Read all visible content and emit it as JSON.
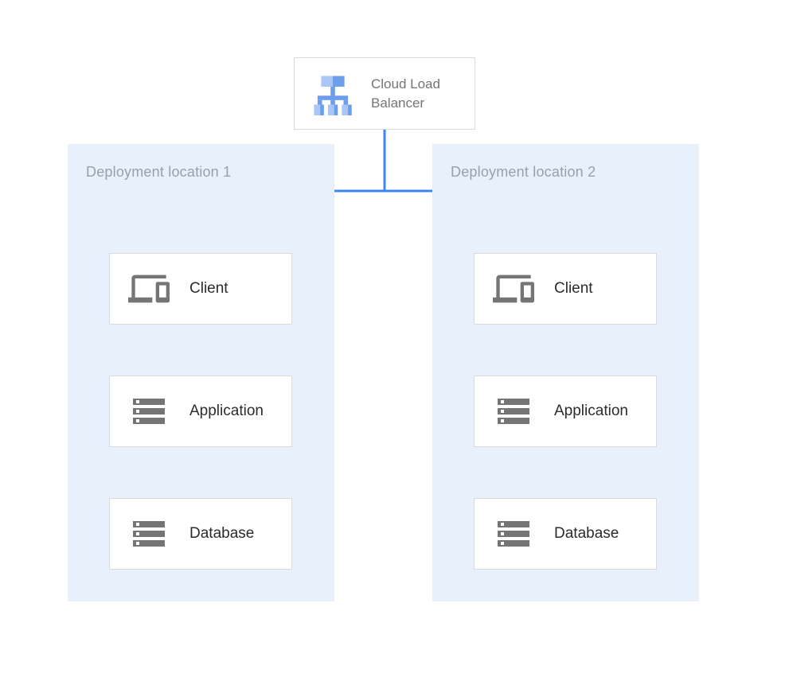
{
  "load_balancer": {
    "label": "Cloud Load Balancer",
    "icon": "load-balancer-icon"
  },
  "regions": [
    {
      "label": "Deployment location 1",
      "nodes": [
        {
          "label": "Client",
          "icon": "client-devices-icon"
        },
        {
          "label": "Application",
          "icon": "server-stack-icon"
        },
        {
          "label": "Database",
          "icon": "server-stack-icon"
        }
      ]
    },
    {
      "label": "Deployment location 2",
      "nodes": [
        {
          "label": "Client",
          "icon": "client-devices-icon"
        },
        {
          "label": "Application",
          "icon": "server-stack-icon"
        },
        {
          "label": "Database",
          "icon": "server-stack-icon"
        }
      ]
    }
  ],
  "connections": [
    {
      "from": "cloud-load-balancer",
      "to": "region-1-client"
    },
    {
      "from": "cloud-load-balancer",
      "to": "region-2-client"
    },
    {
      "from": "region-1-client",
      "to": "region-1-application"
    },
    {
      "from": "region-1-application",
      "to": "region-1-database"
    },
    {
      "from": "region-2-client",
      "to": "region-2-application"
    },
    {
      "from": "region-2-application",
      "to": "region-2-database"
    }
  ],
  "colors": {
    "arrow": "#4284f4",
    "region_background": "#e7f0fb",
    "box_background": "#ffffff",
    "box_border": "#d8dade",
    "node_label_text": "#2b2b2b",
    "load_balancer_text": "#757575",
    "region_label_text": "#9aa0a6",
    "icon_gray": "#757575",
    "lb_icon_light_blue": "#a9c6f5",
    "lb_icon_medium_blue": "#6d9eeb"
  }
}
